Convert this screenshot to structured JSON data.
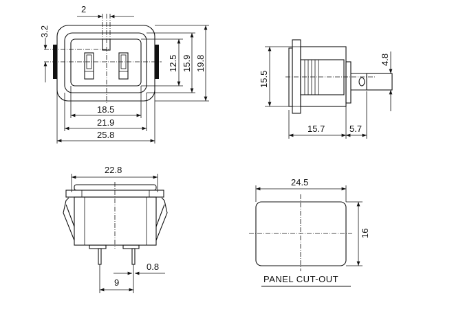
{
  "front_view": {
    "dim_key_width": "2",
    "dim_offset": "3.2",
    "dim_inner_height": "12.5",
    "dim_mid_height": "15.9",
    "dim_outer_height": "19.8",
    "dim_inner_width": "18.5",
    "dim_mid_width": "21.9",
    "dim_outer_width": "25.8"
  },
  "side_view": {
    "dim_height": "15.5",
    "dim_body_length": "15.7",
    "dim_terminal_length": "5.7",
    "dim_terminal_width": "4.8"
  },
  "bottom_view": {
    "dim_width": "22.8",
    "dim_pin_pitch": "9",
    "dim_pin_thickness": "0.8"
  },
  "panel_cutout": {
    "title": "PANEL CUT-OUT",
    "dim_width": "24.5",
    "dim_height": "16"
  }
}
